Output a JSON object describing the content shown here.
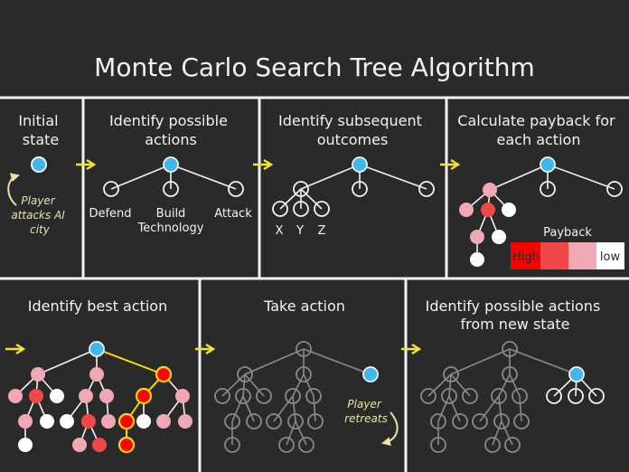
{
  "title": "Monte Carlo Search Tree Algorithm",
  "colors": {
    "background": "#2a2a2a",
    "divider": "#f2f2f2",
    "text": "#f2f2f2",
    "arrow": "#f0e43a",
    "current_node": "#3fb6ec",
    "node_outline": "#f2f2f2",
    "faded": "#8a8a8a",
    "best_path": "#f5d800",
    "annotation": "#e8e3a8",
    "payback_high": "#ff0000",
    "payback_mid_high": "#f04848",
    "payback_mid_low": "#f0a8b4",
    "payback_low": "#ffffff"
  },
  "panels": {
    "initial": {
      "title_lines": [
        "Initial",
        "state"
      ],
      "note_lines": [
        "Player",
        "attacks AI",
        "city"
      ]
    },
    "actions": {
      "title_lines": [
        "Identify possible",
        "actions"
      ],
      "labels": [
        "Defend",
        "Build",
        "Technology",
        "Attack"
      ]
    },
    "outcomes": {
      "title_lines": [
        "Identify subsequent",
        "outcomes"
      ],
      "labels": [
        "X",
        "Y",
        "Z"
      ]
    },
    "payback": {
      "title_lines": [
        "Calculate payback for",
        "each action"
      ],
      "legend_title": "Payback",
      "legend_high": "High",
      "legend_low": "low"
    },
    "best": {
      "title_lines": [
        "Identify best action"
      ]
    },
    "take": {
      "title_lines": [
        "Take action"
      ],
      "note_lines": [
        "Player",
        "retreats"
      ]
    },
    "new_state": {
      "title_lines": [
        "Identify possible actions",
        "from new state"
      ]
    }
  }
}
